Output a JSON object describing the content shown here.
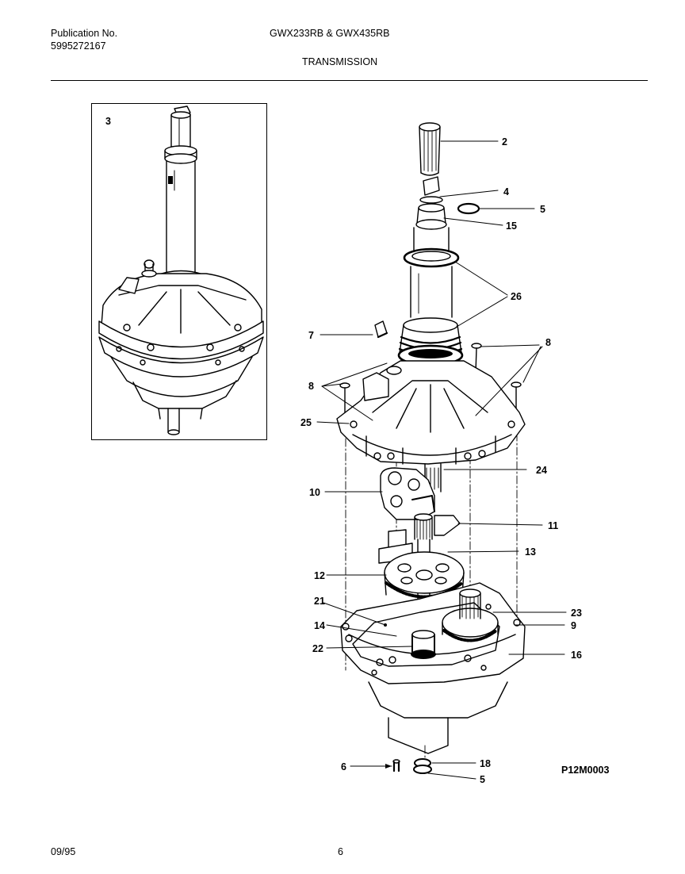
{
  "header": {
    "publication_label": "Publication No.",
    "publication_number": "5995272167",
    "models": "GWX233RB & GWX435RB",
    "title": "TRANSMISSION"
  },
  "inset": {
    "label": "3"
  },
  "callouts": {
    "c2": "2",
    "c4": "4",
    "c5a": "5",
    "c15": "15",
    "c26": "26",
    "c7": "7",
    "c8r": "8",
    "c8l": "8",
    "c25": "25",
    "c24": "24",
    "c10": "10",
    "c11": "11",
    "c13": "13",
    "c12": "12",
    "c21": "21",
    "c23": "23",
    "c14": "14",
    "c9": "9",
    "c22": "22",
    "c16": "16",
    "c6": "6",
    "c18": "18",
    "c5b": "5"
  },
  "drawing_code": "P12M0003",
  "footer": {
    "date": "09/95",
    "page": "6"
  }
}
